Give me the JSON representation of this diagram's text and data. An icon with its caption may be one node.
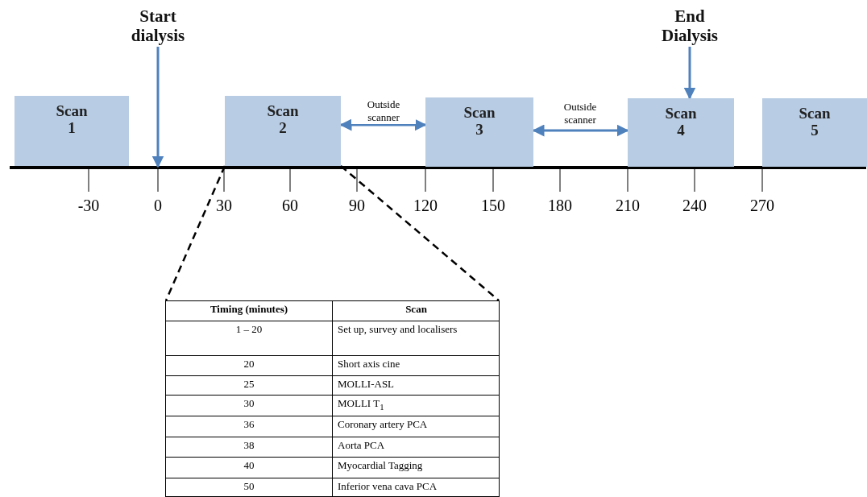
{
  "diagram": {
    "nodes": [
      {
        "text": [
          "Start dialysis"
        ]
      },
      {
        "text": [
          "End Dialysis"
        ]
      },
      {
        "text": [
          "Scan 1"
        ]
      },
      {
        "text": [
          "Scan 2"
        ]
      },
      {
        "text": [
          "Scan 3"
        ]
      },
      {
        "text": [
          "Scan 4"
        ]
      },
      {
        "text": [
          "Scan 5"
        ]
      },
      {
        "text": [],
        "shape": "box"
      }
    ],
    "edges": [
      {
        "from": 0,
        "to": null,
        "arrow": "to"
      },
      {
        "from": 1,
        "to": 5,
        "arrow": "to"
      },
      {
        "from": 3,
        "to": 4,
        "arrow": "both",
        "label": "Outside scanner"
      },
      {
        "from": 4,
        "to": 5,
        "arrow": "both",
        "label": "Outside scanner"
      },
      {
        "from": 3,
        "to": 7,
        "arrow": "none",
        "style": "dashed",
        "color": "#000000"
      },
      {
        "from": 3,
        "to": 7,
        "arrow": "none",
        "style": "dashed",
        "color": "#000000"
      }
    ],
    "labels": [
      "-30",
      "0",
      "30",
      "60",
      "90",
      "120",
      "150",
      "180",
      "210",
      "240",
      "270",
      "Timing (minutes)",
      "Scan",
      "1 – 20",
      "Set up, survey and localisers",
      "20",
      "Short axis cine",
      "25",
      "MOLLI-ASL",
      "30",
      "MOLLI T$_{1}$",
      "36",
      "Coronary artery PCA",
      "38",
      "Aorta PCA",
      "40",
      "Myocardial Tagging",
      "50",
      "Inferior vena cava PCA"
    ]
  }
}
